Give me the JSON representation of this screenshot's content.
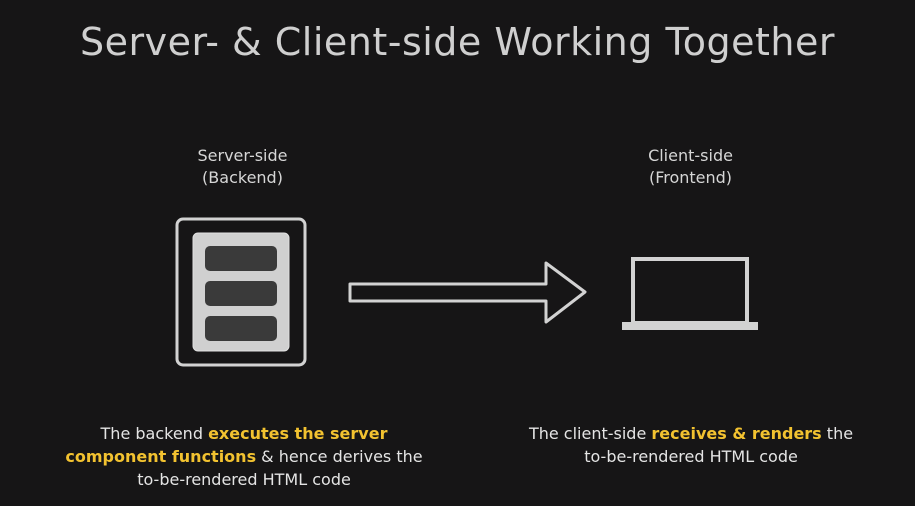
{
  "title": "Server- & Client-side Working Together",
  "server": {
    "label_line1": "Server-side",
    "label_line2": "(Backend)",
    "icon": "server-icon",
    "caption": {
      "pre": "The backend ",
      "highlight": "executes the server component functions",
      "post": " & hence derives the to-be-rendered HTML code"
    }
  },
  "client": {
    "label_line1": "Client-side",
    "label_line2": "(Frontend)",
    "icon": "laptop-icon",
    "caption": {
      "pre": "The client-side ",
      "highlight": "receives & renders",
      "post": " the to-be-rendered HTML code"
    }
  },
  "arrow": {
    "icon": "arrow-right-icon"
  },
  "colors": {
    "background": "#161516",
    "text": "#dcdcdc",
    "highlight": "#f2c230",
    "stroke": "#d2d2d2"
  }
}
